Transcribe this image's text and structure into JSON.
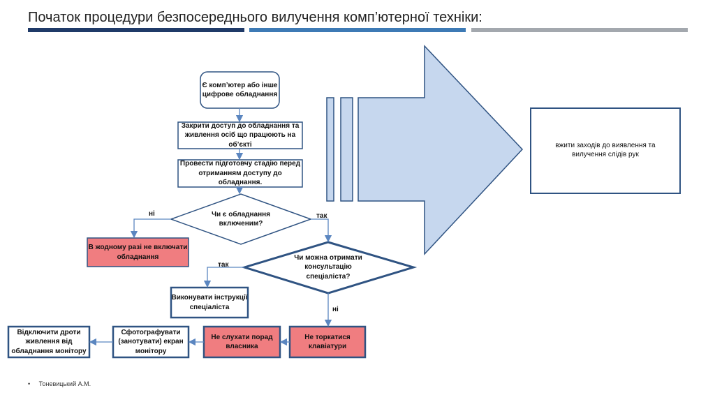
{
  "title": "Початок процедури безпосереднього вилучення комп’ютерної техніки:",
  "colors": {
    "bar1": "#1f3a68",
    "bar2": "#3d7ab5",
    "bar3": "#a3a8ae",
    "red": "#f07d80",
    "arrow_fill": "#c6d7ee",
    "stroke": "#2f5382"
  },
  "nodes": {
    "start": "Є комп’ютер або інше цифрове обладнання",
    "close_access": "Закрити доступ до обладнання та живлення осіб що працюють на об’єкті",
    "prepare": "Провести підготовчу стадію перед отриманням доступу до обладнання.",
    "is_on": "Чи є обладнання включеним?",
    "never_turn_on": "В жодному разі не включати обладнання",
    "can_consult": "Чи можна отримати консультацію спеціаліста?",
    "follow_instructions": "Виконувати інструкції спеціаліста",
    "dont_touch_keyboard": "Не торкатися клавіатури",
    "dont_listen_owner": "Не слухати порад власника",
    "photograph_screen": "Сфотографувати (занотувати) екран монітору",
    "disconnect_power": "Відключити дроти живлення від обладнання монітору",
    "fingerprints": "вжити заходів до виявлення та вилучення слідів рук"
  },
  "labels": {
    "no1": "ні",
    "yes1": "так",
    "yes2": "так",
    "no2": "ні"
  },
  "footer": {
    "bullet": "•",
    "author": "Тоневицький А.М."
  }
}
